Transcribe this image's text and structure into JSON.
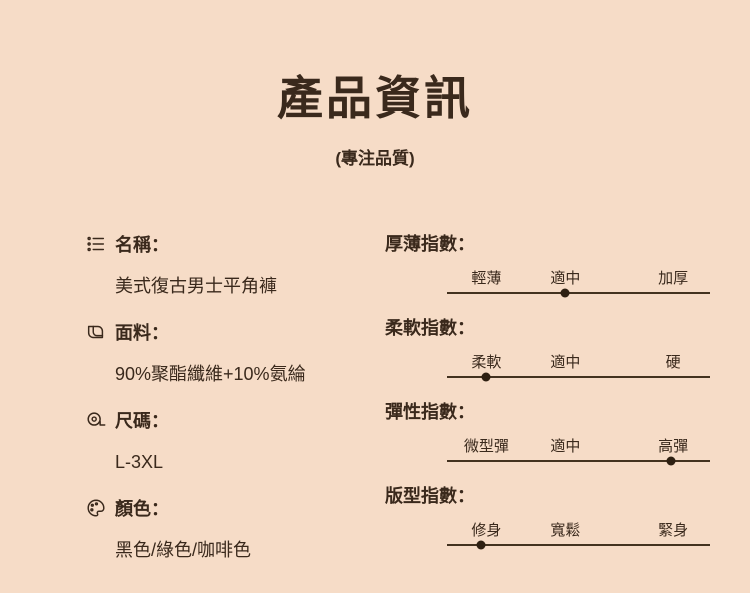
{
  "theme": {
    "background": "#f6dcc7",
    "text": "#3a291c",
    "line": "#43321f",
    "dot": "#2e2012"
  },
  "header": {
    "title": "產品資訊",
    "subtitle": "(專注品質)"
  },
  "left": {
    "items": [
      {
        "icon": "list-icon",
        "label": "名稱：",
        "value": "美式復古男士平角褲"
      },
      {
        "icon": "fabric-icon",
        "label": "面料：",
        "value": "90%聚酯纖維+10%氨綸"
      },
      {
        "icon": "tape-measure-icon",
        "label": "尺碼：",
        "value": "L-3XL"
      },
      {
        "icon": "palette-icon",
        "label": "顏色：",
        "value": "黑色/綠色/咖啡色"
      }
    ]
  },
  "right": {
    "scales": [
      {
        "label": "厚薄指數：",
        "ticks": [
          "輕薄",
          "適中",
          "加厚"
        ],
        "selected": "適中",
        "dot_left": "45%"
      },
      {
        "label": "柔軟指數：",
        "ticks": [
          "柔軟",
          "適中",
          "硬"
        ],
        "selected": "柔軟",
        "dot_left": "15%"
      },
      {
        "label": "彈性指數：",
        "ticks": [
          "微型彈",
          "適中",
          "高彈"
        ],
        "selected": "高彈",
        "dot_left": "85%"
      },
      {
        "label": "版型指數：",
        "ticks": [
          "修身",
          "寬鬆",
          "緊身"
        ],
        "selected": "修身",
        "dot_left": "13%"
      }
    ]
  }
}
